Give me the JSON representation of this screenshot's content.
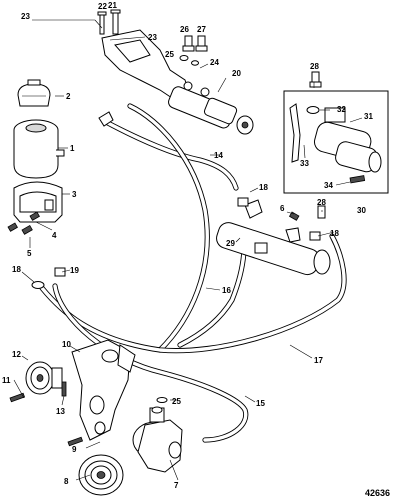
{
  "figure_id": "42636",
  "callouts": {
    "c1": "1",
    "c2": "2",
    "c3": "3",
    "c4": "4",
    "c5": "5",
    "c6": "6",
    "c7": "7",
    "c8": "8",
    "c9": "9",
    "c10": "10",
    "c11": "11",
    "c12": "12",
    "c13": "13",
    "c14": "14",
    "c15": "15",
    "c16": "16",
    "c17": "17",
    "c18a": "18",
    "c18b": "18",
    "c18c": "18",
    "c19": "19",
    "c20": "20",
    "c21": "21",
    "c22": "22",
    "c23a": "23",
    "c23b": "23",
    "c24": "24",
    "c25a": "25",
    "c25b": "25",
    "c26": "26",
    "c27": "27",
    "c28a": "28",
    "c28b": "28",
    "c29": "29",
    "c30": "30",
    "c31": "31",
    "c32": "32",
    "c33": "33",
    "c34": "34"
  }
}
